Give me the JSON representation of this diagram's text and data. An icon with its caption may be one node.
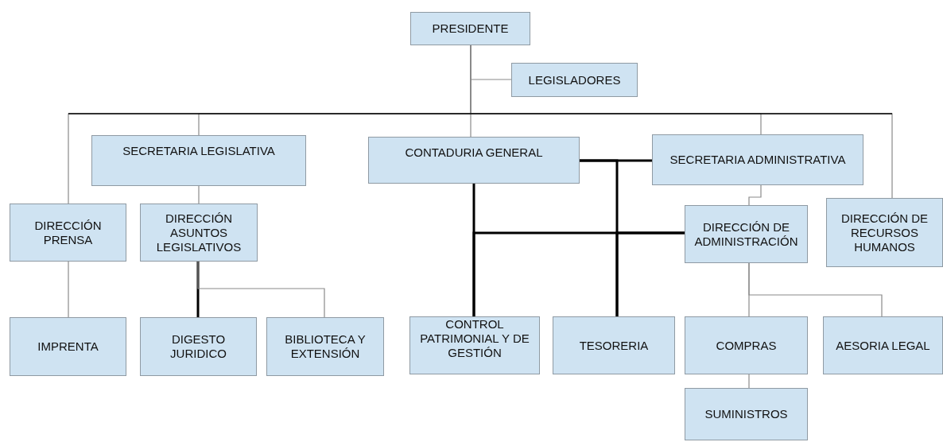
{
  "diagram": {
    "nodes": [
      {
        "text": [
          "PRESIDENTE"
        ]
      },
      {
        "text": [
          "LEGISLADORES"
        ]
      },
      {
        "text": [
          "SECRETARIA LEGISLATIVA"
        ]
      },
      {
        "text": [
          "CONTADURIA GENERAL"
        ]
      },
      {
        "text": [
          "SECRETARIA ADMINISTRATIVA"
        ]
      },
      {
        "text": [
          "DIRECCIÓN PRENSA"
        ]
      },
      {
        "text": [
          "DIRECCIÓN ASUNTOS LEGISLATIVOS"
        ]
      },
      {
        "text": [
          "DIRECCIÓN DE ADMINISTRACIÓN"
        ]
      },
      {
        "text": [
          "DIRECCIÓN DE RECURSOS HUMANOS"
        ]
      },
      {
        "text": [
          "IMPRENTA"
        ]
      },
      {
        "text": [
          "DIGESTO JURIDICO"
        ]
      },
      {
        "text": [
          "BIBLIOTECA Y EXTENSIÓN"
        ]
      },
      {
        "text": [
          "CONTROL PATRIMONIAL Y DE GESTIÓN"
        ]
      },
      {
        "text": [
          "TESORERIA"
        ]
      },
      {
        "text": [
          "COMPRAS"
        ]
      },
      {
        "text": [
          "AESORIA LEGAL"
        ]
      },
      {
        "text": [
          "SUMINISTROS"
        ]
      }
    ],
    "edges": [
      {
        "from": 0,
        "to": 1,
        "arrow": "none"
      },
      {
        "from": 0,
        "to": 2,
        "arrow": "none"
      },
      {
        "from": 0,
        "to": 3,
        "arrow": "none"
      },
      {
        "from": 0,
        "to": 4,
        "arrow": "none"
      },
      {
        "from": 0,
        "to": 5,
        "arrow": "none"
      },
      {
        "from": 0,
        "to": 8,
        "arrow": "none"
      },
      {
        "from": 2,
        "to": 6,
        "arrow": "none"
      },
      {
        "from": 4,
        "to": 7,
        "arrow": "none"
      },
      {
        "from": 5,
        "to": 9,
        "arrow": "none"
      },
      {
        "from": 6,
        "to": 10,
        "arrow": "none",
        "style": "thick",
        "color": "#000000"
      },
      {
        "from": 6,
        "to": 11,
        "arrow": "none"
      },
      {
        "from": 3,
        "to": 4,
        "arrow": "none",
        "style": "thick",
        "color": "#000000"
      },
      {
        "from": 3,
        "to": 12,
        "arrow": "none",
        "style": "thick",
        "color": "#000000"
      },
      {
        "from": 3,
        "to": 13,
        "arrow": "none",
        "style": "thick",
        "color": "#000000"
      },
      {
        "from": 7,
        "to": 12,
        "arrow": "none",
        "style": "thick",
        "color": "#000000"
      },
      {
        "from": 7,
        "to": 13,
        "arrow": "none",
        "style": "thick",
        "color": "#000000"
      },
      {
        "from": 7,
        "to": 14,
        "arrow": "none"
      },
      {
        "from": 7,
        "to": 15,
        "arrow": "none"
      },
      {
        "from": 14,
        "to": 16,
        "arrow": "none"
      }
    ]
  }
}
